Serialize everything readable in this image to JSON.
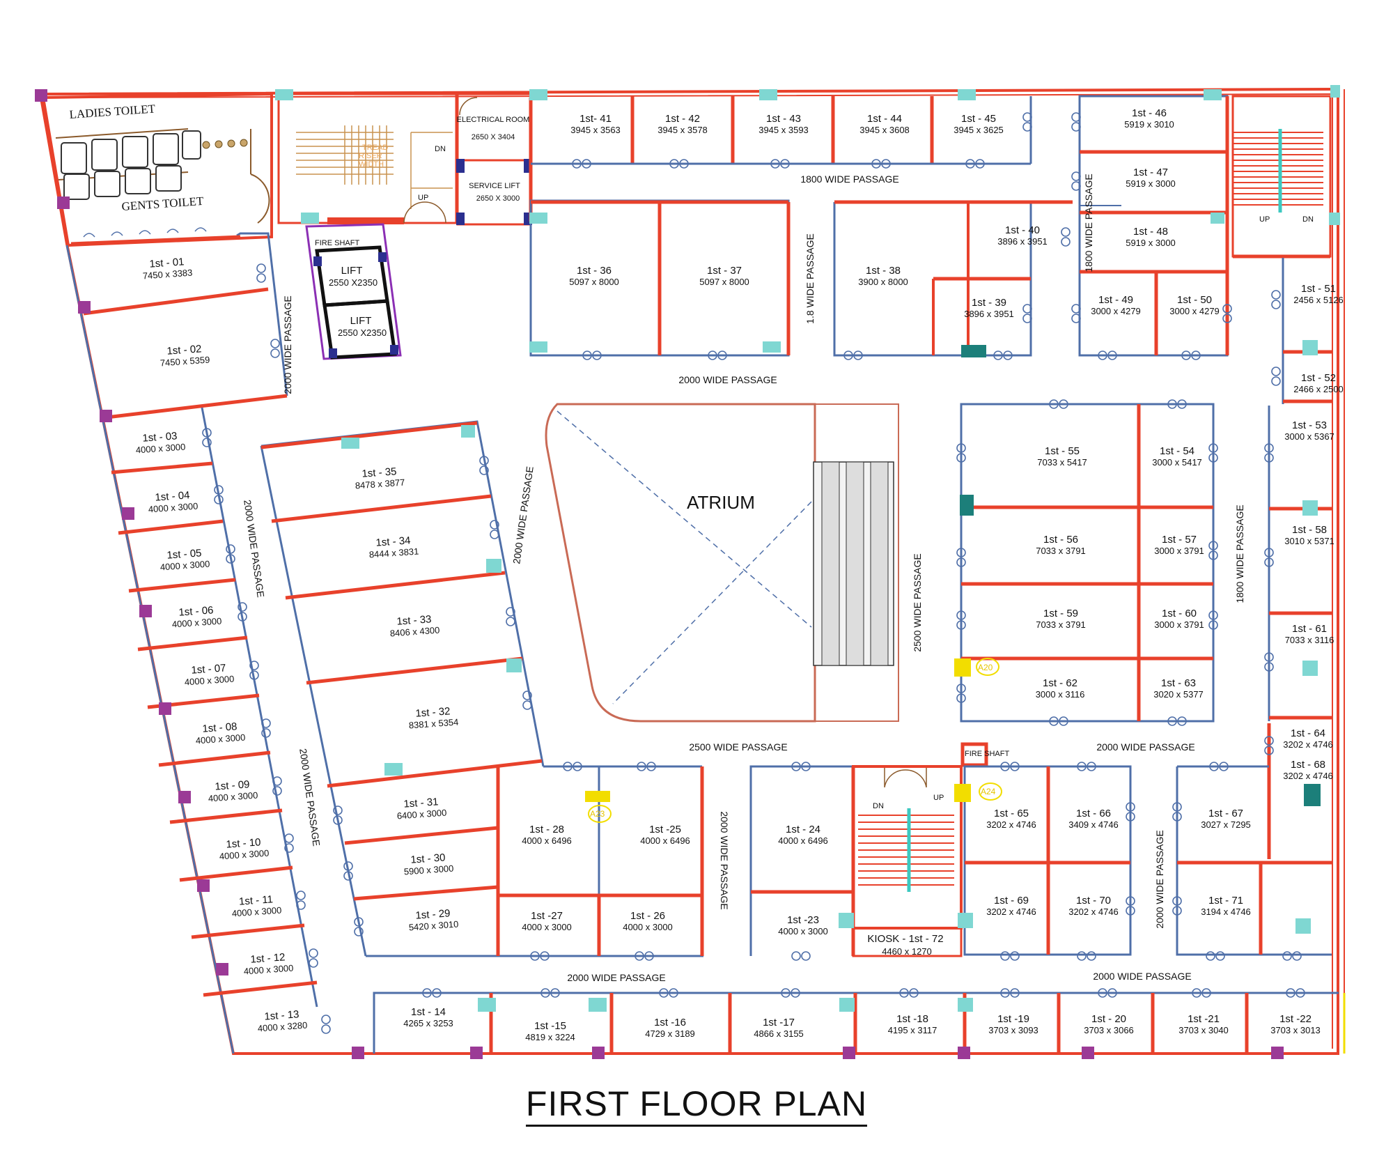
{
  "title": "FIRST FLOOR PLAN",
  "atrium_label": "ATRIUM",
  "colors": {
    "wall": "#e8412b",
    "partition": "#4f6fa8",
    "door": "#3cc8c0",
    "column": "#9b3a96",
    "fixture": "#1c7f7a",
    "marker": "#f2dd00",
    "stair_room": "#8b2fb4"
  },
  "icons": [
    "door-swing-icon",
    "column-icon",
    "door-ring-icon",
    "escalator-icon",
    "stair-icon",
    "toilet-icon"
  ],
  "rooms": [
    {
      "name": "LADIES TOILET"
    },
    {
      "name": "GENTS TOILET"
    },
    {
      "name": "ELECTRICAL ROOM",
      "size": "2650 X 3404"
    },
    {
      "name": "SERVICE LIFT",
      "size": "2650 X 3000"
    },
    {
      "name": "FIRE SHAFT"
    },
    {
      "name": "LIFT",
      "size": "2550 X2350"
    },
    {
      "name": "LIFT",
      "size": "2550 X2350"
    },
    {
      "name": "FIRE SHAFT"
    },
    {
      "name": "KIOSK - 1st - 72",
      "size": "4460 x 1270"
    }
  ],
  "stair_labels": {
    "up": "UP",
    "dn": "DN",
    "tread": "TREAD",
    "riser": "RISER",
    "width": "WIDTH"
  },
  "tags": [
    "A20",
    "A24",
    "A23"
  ],
  "passages": [
    {
      "text": "1800 WIDE PASSAGE"
    },
    {
      "text": "1.8 WIDE PASSAGE"
    },
    {
      "text": "1800 WIDE PASSAGE"
    },
    {
      "text": "2000 WIDE PASSAGE"
    },
    {
      "text": "2000 WIDE PASSAGE"
    },
    {
      "text": "2000 WIDE PASSAGE"
    },
    {
      "text": "2000 WIDE PASSAGE"
    },
    {
      "text": "2000 WIDE PASSAGE"
    },
    {
      "text": "2500 WIDE PASSAGE"
    },
    {
      "text": "2500 WIDE PASSAGE"
    },
    {
      "text": "2000 WIDE PASSAGE"
    },
    {
      "text": "1800 WIDE PASSAGE"
    },
    {
      "text": "2000 WIDE PASSAGE"
    },
    {
      "text": "2000 WIDE PASSAGE"
    },
    {
      "text": "2000 WIDE PASSAGE"
    },
    {
      "text": "2000 WIDE PASSAGE"
    }
  ],
  "units": [
    {
      "name": "1st - 01",
      "size": "7450 x 3383"
    },
    {
      "name": "1st - 02",
      "size": "7450 x 5359"
    },
    {
      "name": "1st - 03",
      "size": "4000 x 3000"
    },
    {
      "name": "1st - 04",
      "size": "4000 x 3000"
    },
    {
      "name": "1st - 05",
      "size": "4000 x 3000"
    },
    {
      "name": "1st - 06",
      "size": "4000 x 3000"
    },
    {
      "name": "1st - 07",
      "size": "4000 x 3000"
    },
    {
      "name": "1st - 08",
      "size": "4000 x 3000"
    },
    {
      "name": "1st - 09",
      "size": "4000 x 3000"
    },
    {
      "name": "1st - 10",
      "size": "4000 x 3000"
    },
    {
      "name": "1st - 11",
      "size": "4000 x 3000"
    },
    {
      "name": "1st - 12",
      "size": "4000 x 3000"
    },
    {
      "name": "1st - 13",
      "size": "4000 x 3280"
    },
    {
      "name": "1st - 14",
      "size": "4265 x 3253"
    },
    {
      "name": "1st -15",
      "size": "4819 x 3224"
    },
    {
      "name": "1st -16",
      "size": "4729 x 3189"
    },
    {
      "name": "1st -17",
      "size": "4866 x 3155"
    },
    {
      "name": "1st -18",
      "size": "4195 x 3117"
    },
    {
      "name": "1st -19",
      "size": "3703 x 3093"
    },
    {
      "name": "1st - 20",
      "size": "3703 x 3066"
    },
    {
      "name": "1st -21",
      "size": "3703 x 3040"
    },
    {
      "name": "1st -22",
      "size": "3703 x 3013"
    },
    {
      "name": "1st -23",
      "size": "4000 x 3000"
    },
    {
      "name": "1st - 24",
      "size": "4000 x 6496"
    },
    {
      "name": "1st -25",
      "size": "4000 x 6496"
    },
    {
      "name": "1st - 26",
      "size": "4000 x 3000"
    },
    {
      "name": "1st -27",
      "size": "4000 x 3000"
    },
    {
      "name": "1st - 28",
      "size": "4000 x 6496"
    },
    {
      "name": "1st - 29",
      "size": "5420 x 3010"
    },
    {
      "name": "1st - 30",
      "size": "5900 x 3000"
    },
    {
      "name": "1st - 31",
      "size": "6400 x 3000"
    },
    {
      "name": "1st - 32",
      "size": "8381 x 5354"
    },
    {
      "name": "1st - 33",
      "size": "8406 x 4300"
    },
    {
      "name": "1st - 34",
      "size": "8444 x 3831"
    },
    {
      "name": "1st - 35",
      "size": "8478 x 3877"
    },
    {
      "name": "1st - 36",
      "size": "5097 x 8000"
    },
    {
      "name": "1st - 37",
      "size": "5097 x 8000"
    },
    {
      "name": "1st - 38",
      "size": "3900 x 8000"
    },
    {
      "name": "1st - 39",
      "size": "3896 x 3951"
    },
    {
      "name": "1st - 40",
      "size": "3896 x 3951"
    },
    {
      "name": "1st- 41",
      "size": "3945 x 3563"
    },
    {
      "name": "1st - 42",
      "size": "3945 x 3578"
    },
    {
      "name": "1st - 43",
      "size": "3945 x 3593"
    },
    {
      "name": "1st - 44",
      "size": "3945 x 3608"
    },
    {
      "name": "1st - 45",
      "size": "3945 x 3625"
    },
    {
      "name": "1st - 46",
      "size": "5919 x 3010"
    },
    {
      "name": "1st - 47",
      "size": "5919 x 3000"
    },
    {
      "name": "1st - 48",
      "size": "5919 x 3000"
    },
    {
      "name": "1st - 49",
      "size": "3000 x 4279"
    },
    {
      "name": "1st - 50",
      "size": "3000 x 4279"
    },
    {
      "name": "1st - 51",
      "size": "2456 x 5126"
    },
    {
      "name": "1st - 52",
      "size": "2466 x 2500"
    },
    {
      "name": "1st - 53",
      "size": "3000 x 5367"
    },
    {
      "name": "1st - 54",
      "size": "3000 x 5417"
    },
    {
      "name": "1st - 55",
      "size": "7033 x 5417"
    },
    {
      "name": "1st - 56",
      "size": "7033 x 3791"
    },
    {
      "name": "1st - 57",
      "size": "3000 x 3791"
    },
    {
      "name": "1st - 58",
      "size": "3010 x 5371"
    },
    {
      "name": "1st - 59",
      "size": "7033 x 3791"
    },
    {
      "name": "1st - 60",
      "size": "3000 x 3791"
    },
    {
      "name": "1st - 61",
      "size": "7033 x 3116"
    },
    {
      "name": "1st - 62",
      "size": "3000 x 3116"
    },
    {
      "name": "1st - 63",
      "size": "3020 x 5377"
    },
    {
      "name": "1st - 64",
      "size": "3202 x 4746"
    },
    {
      "name": "1st - 65",
      "size": "3202 x 4746"
    },
    {
      "name": "1st - 66",
      "size": "3409 x 4746"
    },
    {
      "name": "1st - 67",
      "size": "3027 x 7295"
    },
    {
      "name": "1st - 68",
      "size": "3202 x 4746"
    },
    {
      "name": "1st - 69",
      "size": "3202 x 4746"
    },
    {
      "name": "1st - 70",
      "size": "3202 x 4746"
    },
    {
      "name": "1st - 71",
      "size": "3194 x 4746"
    }
  ]
}
